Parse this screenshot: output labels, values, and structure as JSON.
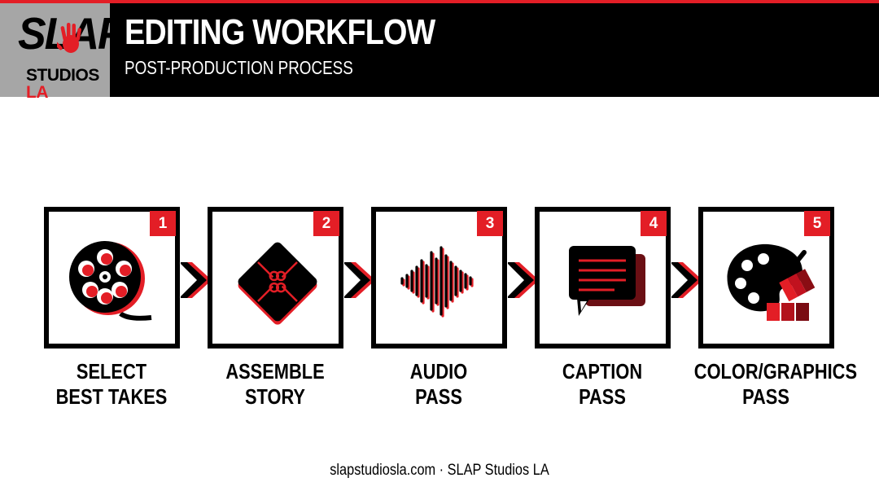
{
  "brand": {
    "logo_main": "SLAP",
    "logo_sub_1": "STUDIOS",
    "logo_sub_2": "LA",
    "accent_color": "#e31e26",
    "dark_color": "#000000",
    "logo_bg": "#a6a6a6"
  },
  "header": {
    "title": "EDITING WORKFLOW",
    "subtitle": "POST-PRODUCTION PROCESS"
  },
  "steps": [
    {
      "number": "1",
      "line1": "SELECT",
      "line2": "BEST TAKES",
      "icon": "film-reel-icon"
    },
    {
      "number": "2",
      "line1": "ASSEMBLE",
      "line2": "STORY",
      "icon": "puzzle-icon"
    },
    {
      "number": "3",
      "line1": "AUDIO",
      "line2": "PASS",
      "icon": "audio-waveform-icon"
    },
    {
      "number": "4",
      "line1": "CAPTION",
      "line2": "PASS",
      "icon": "speech-bubble-icon"
    },
    {
      "number": "5",
      "line1": "COLOR/GRAPHICS",
      "line2": "PASS",
      "icon": "palette-icon"
    }
  ],
  "footer": {
    "text": "slapstudiosla.com · SLAP Studios LA"
  }
}
